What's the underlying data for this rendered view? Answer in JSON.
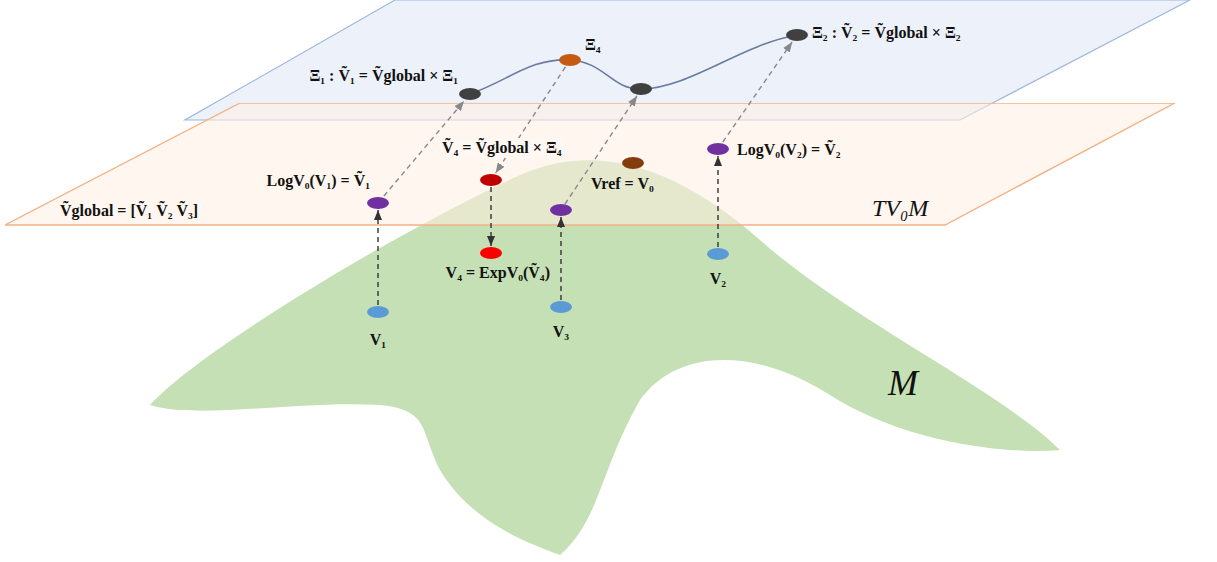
{
  "diagram": {
    "nodes": [
      {
        "text": [
          "Ξ₁ : Ṽ₁ = Ṽglobal × Ξ₁"
        ]
      },
      {
        "text": [
          "Ξ₄"
        ]
      },
      {
        "text": [
          "Ξ₂ : Ṽ₂ = Ṽglobal × Ξ₂"
        ]
      },
      {
        "text": [
          "TV₀M"
        ]
      },
      {
        "text": [
          "LogV₀(V₁) = Ṽ₁"
        ],
        "in": 3
      },
      {
        "text": [
          "Ṽ₄ = Ṽglobal × Ξ₄"
        ],
        "in": 3
      },
      {
        "text": [
          "Vref = V₀"
        ],
        "in": 3
      },
      {
        "text": [
          "LogV₀(V₂) = Ṽ₂"
        ],
        "in": 3
      },
      {
        "text": [
          "M"
        ]
      },
      {
        "text": [
          "V₁"
        ],
        "in": 8
      },
      {
        "text": [
          "V₄ = ExpV₀(Ṽ₄)"
        ],
        "in": 8
      },
      {
        "text": [
          "V₃"
        ],
        "in": 8
      },
      {
        "text": [
          "V₂"
        ],
        "in": 8
      }
    ],
    "edges": [
      {
        "from": 9,
        "to": 4,
        "arrow": "to"
      },
      {
        "from": 4,
        "to": 0,
        "arrow": "to"
      },
      {
        "from": 1,
        "to": 5,
        "arrow": "to"
      },
      {
        "from": 5,
        "to": 10,
        "arrow": "to"
      },
      {
        "from": 12,
        "to": 7,
        "arrow": "to"
      },
      {
        "from": 7,
        "to": 2,
        "arrow": "to"
      }
    ],
    "labels": [
      "Ṽglobal = [Ṽ₁ Ṽ₂ Ṽ₃]"
    ]
  }
}
